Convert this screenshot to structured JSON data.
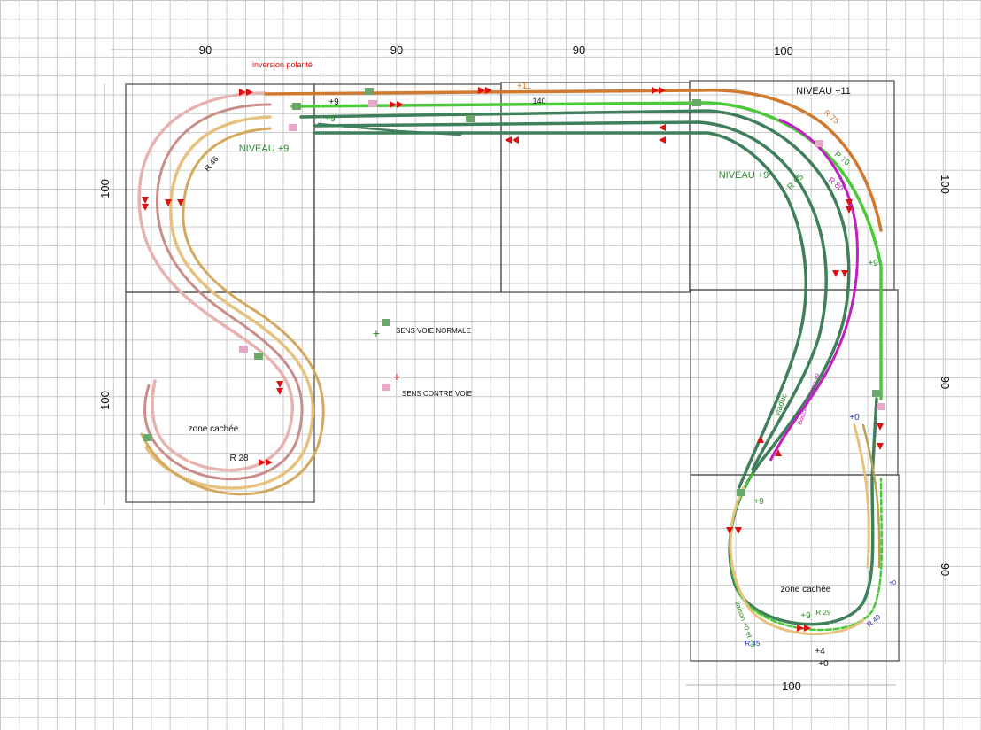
{
  "dimensions": {
    "top": [
      "90",
      "90",
      "90",
      "100"
    ],
    "left": [
      "100",
      "100"
    ],
    "right": [
      "100",
      "90",
      "90"
    ],
    "bottom": "100"
  },
  "labels": {
    "inversion": "inversion polarité",
    "niveau_11": "NIVEAU +11",
    "niveau_9_left": "NIVEAU +9",
    "niveau_9_right": "NIVEAU +9",
    "plus9_a": "+9",
    "plus9_b": "+9",
    "plus11": "+11",
    "l140": "140",
    "r46": "R 46",
    "r28": "R 28",
    "r65": "R 65",
    "r70": "R 70",
    "r80": "R 80",
    "r75": "R 75",
    "zone_left": "zone cachée",
    "zone_right": "zone cachée",
    "viaduc": "viaduc",
    "plus9_right": "+9",
    "plus9_lower": "+9",
    "plus0_a": "+0",
    "plus0_b": "+0",
    "plus4": "+4",
    "plus0_c": "+0",
    "r45": "R 45",
    "r40": "R 40",
    "r29": "R 29",
    "liaison": "liaison +0 et +9",
    "rampe": "Boucle inversion +9",
    "plus9_zone": "+9"
  },
  "legend": {
    "normal": "SENS VOIE NORMALE",
    "contre": "SENS CONTRE VOIE"
  },
  "colors": {
    "track_dark": "#3f7f5c",
    "track_light": "#4cc93a",
    "track_orange": "#cf7a2e",
    "track_magenta": "#c020c0",
    "track_tan": "#e6c27e",
    "track_pink": "#e7b3b0",
    "arrow_red": "#dd1111"
  }
}
